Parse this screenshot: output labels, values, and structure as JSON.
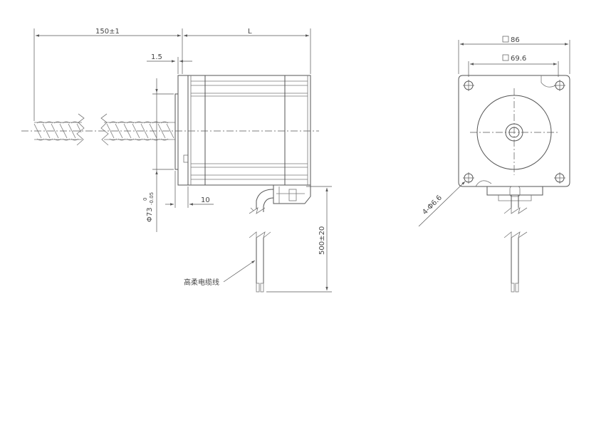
{
  "labels": {
    "screw_length": "150±1",
    "body_length": "L",
    "flange_thickness": "1.5",
    "boss_diameter": "Φ73",
    "boss_tol_upper": "0",
    "boss_tol_lower": "-0.05",
    "boss_step": "10",
    "cable_length": "500±20",
    "cable_name": "高柔电缆线",
    "frame_size": "86",
    "hole_spacing": "69.6",
    "mount_holes": "4-Φ6.6"
  },
  "colors": {
    "line": "#555555",
    "text": "#444444"
  }
}
